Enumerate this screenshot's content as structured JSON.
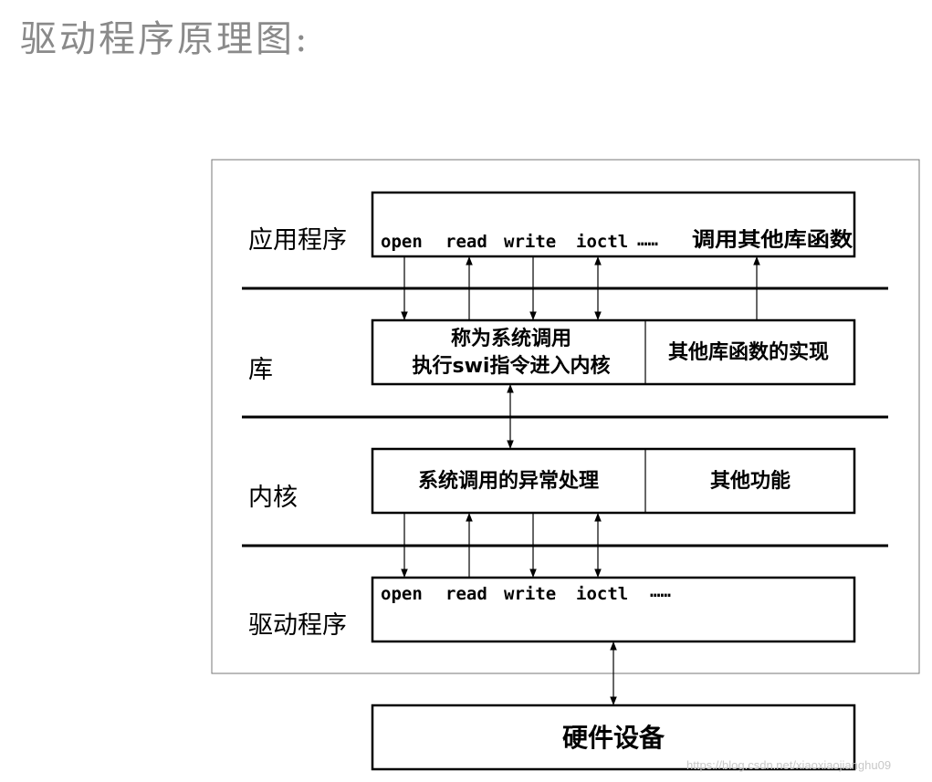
{
  "title": "驱动程序原理图:",
  "layers": {
    "app": {
      "label": "应用程序",
      "calls": [
        "open",
        "read",
        "write",
        "ioctl"
      ],
      "ellipsis": "……",
      "other": "调用其他库函数"
    },
    "lib": {
      "label": "库",
      "syscall_line1": "称为系统调用",
      "syscall_line2": "执行swi指令进入内核",
      "other": "其他库函数的实现"
    },
    "kernel": {
      "label": "内核",
      "exception": "系统调用的异常处理",
      "other": "其他功能"
    },
    "driver": {
      "label": "驱动程序",
      "calls": [
        "open",
        "read",
        "write",
        "ioctl"
      ],
      "ellipsis": "……"
    }
  },
  "hardware": {
    "label": "硬件设备"
  },
  "watermark": "https://blog.csdn.net/xiaoxiaojianghu09"
}
